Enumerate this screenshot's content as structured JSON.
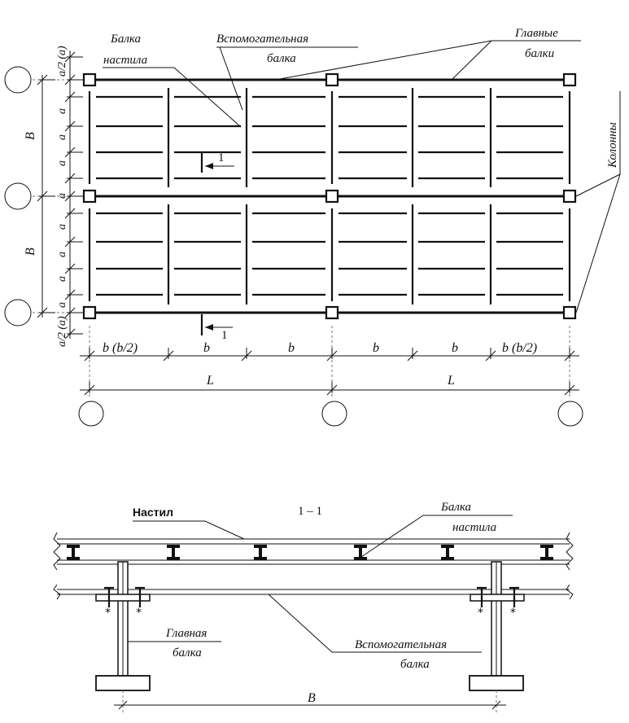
{
  "plan": {
    "labels": {
      "deck_beam_l1": "Балка",
      "deck_beam_l2": "настила",
      "aux_beam_l1": "Вспомогательная",
      "aux_beam_l2": "балка",
      "main_beams_l1": "Главные",
      "main_beams_l2": "балки",
      "columns": "Колонны"
    },
    "section_mark": "1",
    "dims_horizontal": [
      "b (b/2)",
      "b",
      "b",
      "b",
      "b",
      "b (b/2)"
    ],
    "span_labels": [
      "L",
      "L"
    ],
    "dims_vertical_top": [
      "a/2 (a)",
      "a",
      "a",
      "a",
      "a"
    ],
    "dims_vertical_bottom": [
      "a",
      "a",
      "a",
      "a",
      "a/2 (a)"
    ],
    "bay_labels": [
      "B",
      "B"
    ]
  },
  "section": {
    "title": "1 – 1",
    "labels": {
      "decking": "Настил",
      "deck_beam_l1": "Балка",
      "deck_beam_l2": "настила",
      "main_beam_l1": "Главная",
      "main_beam_l2": "балка",
      "aux_beam_l1": "Вспомогательная",
      "aux_beam_l2": "балка"
    },
    "dim_label": "B"
  }
}
